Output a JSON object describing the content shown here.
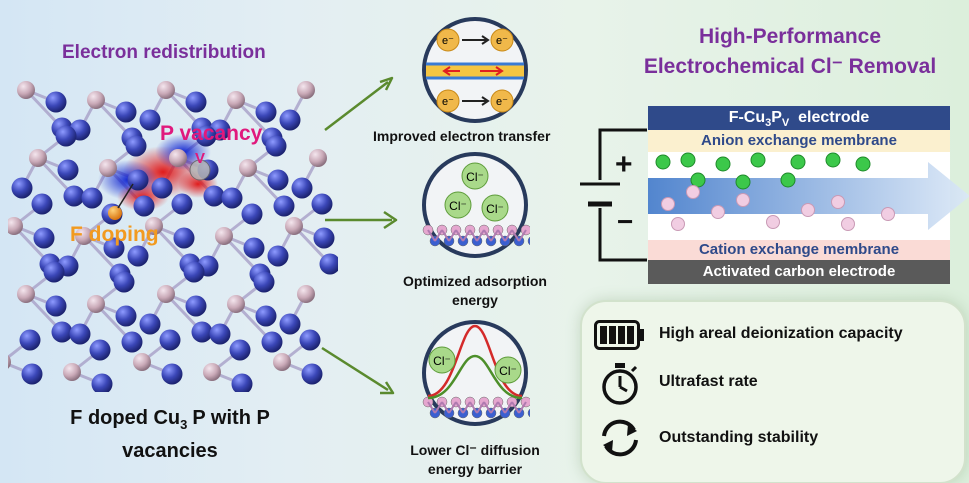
{
  "left": {
    "title": "Electron redistribution",
    "p_vacancy": "P vacancy",
    "v_label": "V",
    "f_doping": "F doping",
    "caption_line1": "F doped Cu",
    "caption_sub": "3",
    "caption_line1_end": "P with P",
    "caption_line2": "vacancies"
  },
  "middle": {
    "transfer_label": "Improved electron transfer",
    "adsorption_label_line1": "Optimized adsorption",
    "adsorption_label_line2": "energy",
    "diffusion_label_line1": "Lower Cl⁻ diffusion",
    "diffusion_label_line2": "energy barrier",
    "electron": "e⁻",
    "chloride": "Cl⁻"
  },
  "right": {
    "title_line1": "High-Performance",
    "title_line2": "Electrochemical Cl⁻ Removal",
    "electrode_top_pre": "F-Cu",
    "electrode_top_sub1": "3",
    "electrode_top_mid": "P",
    "electrode_top_sub2": "V",
    "electrode_top_post": "  electrode",
    "anion_membrane": "Anion exchange membrane",
    "cation_membrane": "Cation exchange membrane",
    "carbon_electrode": "Activated carbon electrode",
    "plus": "+",
    "minus": "−"
  },
  "features": [
    {
      "icon": "battery-icon",
      "label": "High areal deionization capacity"
    },
    {
      "icon": "stopwatch-icon",
      "label": "Ultrafast rate"
    },
    {
      "icon": "cycle-arrows-icon",
      "label": "Outstanding stability"
    }
  ],
  "colors": {
    "purple_title": "#7a2f9b",
    "vacancy_magenta": "#e0197d",
    "doping_orange": "#f29a1f",
    "atom_blue": "#3b47b8",
    "atom_pink": "#c9a9b7",
    "cl_green": "#3cc84a",
    "electrode_navy": "#2f4a8a",
    "carbon_gray": "#5a5a5a"
  }
}
